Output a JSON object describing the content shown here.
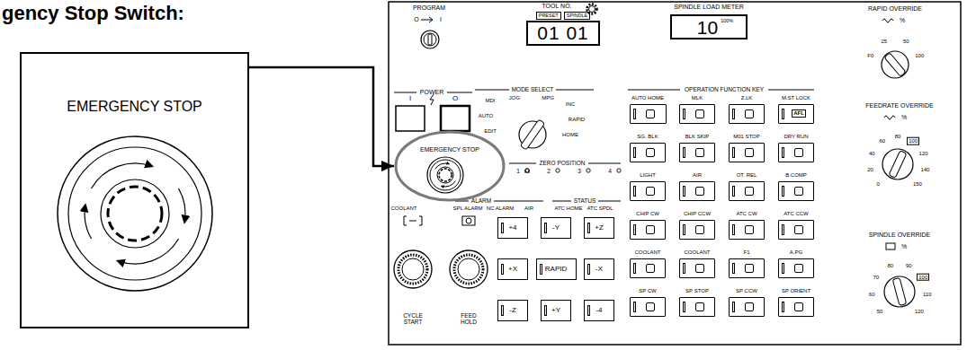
{
  "diagram": {
    "title": "gency Stop Switch:",
    "nodes": [
      {
        "text": [
          "EMERGENCY STOP"
        ]
      },
      {
        "text": [
          "TOOL NO.",
          "PRESET",
          "SPINDLE",
          "01 01"
        ]
      },
      {
        "text": [
          "SPINDLE LOAD METER",
          "10",
          "100%"
        ]
      },
      {
        "text": [
          "AUTO HOME"
        ]
      },
      {
        "text": [
          "MLK"
        ]
      },
      {
        "text": [
          "Z.LK"
        ]
      },
      {
        "text": [
          "M.ST LOCK",
          "AFL"
        ]
      },
      {
        "text": [
          "SG. BLK"
        ]
      },
      {
        "text": [
          "BLK SKIP"
        ]
      },
      {
        "text": [
          "M01 STOP"
        ]
      },
      {
        "text": [
          "DRY RUN"
        ]
      },
      {
        "text": [
          "LIGHT"
        ]
      },
      {
        "text": [
          "AIR"
        ]
      },
      {
        "text": [
          "OT. REL"
        ]
      },
      {
        "text": [
          "B.COMP"
        ]
      },
      {
        "text": [
          "CHIP CW"
        ]
      },
      {
        "text": [
          "CHIP CCW"
        ]
      },
      {
        "text": [
          "ATC CW"
        ]
      },
      {
        "text": [
          "ATC CCW"
        ]
      },
      {
        "text": [
          "COOLANT"
        ]
      },
      {
        "text": [
          "COOLANT"
        ]
      },
      {
        "text": [
          "F1"
        ]
      },
      {
        "text": [
          "A.PG"
        ]
      },
      {
        "text": [
          "SP CW"
        ]
      },
      {
        "text": [
          "SP STOP"
        ]
      },
      {
        "text": [
          "SP CCW"
        ]
      },
      {
        "text": [
          "SP ORIENT"
        ]
      },
      {
        "text": [
          "EMERGENCY STOP"
        ]
      },
      {
        "text": [
          "+4"
        ]
      },
      {
        "text": [
          "-Y"
        ]
      },
      {
        "text": [
          "+Z"
        ]
      },
      {
        "text": [
          "+X"
        ]
      },
      {
        "text": [
          "RAPID"
        ]
      },
      {
        "text": [
          "-X"
        ]
      },
      {
        "text": [
          "-Z"
        ]
      },
      {
        "text": [
          "+Y"
        ]
      },
      {
        "text": [
          "-4"
        ]
      },
      {
        "text": [
          "CYCLE START"
        ]
      },
      {
        "text": [
          "FEED HOLD"
        ]
      }
    ],
    "edges": [
      {
        "from": 0,
        "to": 27,
        "arrow": "to"
      }
    ],
    "labels": [
      "PROGRAM",
      "O",
      "I",
      "POWER",
      "I",
      "O",
      "MODE SELECT",
      "MDI",
      "AUTO",
      "EDIT",
      "JOG",
      "MPG",
      "INC",
      "RAPID",
      "HOME",
      "ZERO POSITION",
      "1",
      "2",
      "3",
      "4",
      "ALARM",
      "COOLANT",
      "SPL ALARM",
      "NC ALARM",
      "AIR",
      "STATUS",
      "ATC HOME",
      "ATC SPDL",
      "OPERATION FUNCTION KEY",
      "RAPID OVERRIDE",
      "%",
      "F0",
      "25",
      "50",
      "100",
      "FEEDRATE OVERRIDE",
      "%",
      "0",
      "20",
      "40",
      "60",
      "80",
      "100",
      "120",
      "140",
      "150",
      "SPINDLE OVERRIDE",
      "%",
      "50",
      "60",
      "70",
      "80",
      "90",
      "100",
      "110",
      "120"
    ]
  }
}
